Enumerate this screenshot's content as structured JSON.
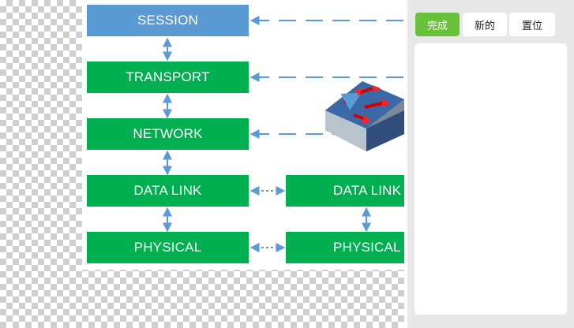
{
  "diagram": {
    "layers_left": [
      "SESSION",
      "TRANSPORT",
      "NETWORK",
      "DATA LINK",
      "PHYSICAL"
    ],
    "layers_right": [
      "DATA LINK",
      "PHYSICAL"
    ],
    "device_icon": "network-switch-icon",
    "colors": {
      "layer_green": "#00b050",
      "layer_blue": "#5b9bd5",
      "arrow": "#5b9bd5"
    }
  },
  "toolbar": {
    "done_label": "完成",
    "new_label": "新的",
    "reset_label": "置位"
  },
  "colors": {
    "done_button": "#67c23a",
    "panel_bg": "#e8e8e8"
  }
}
